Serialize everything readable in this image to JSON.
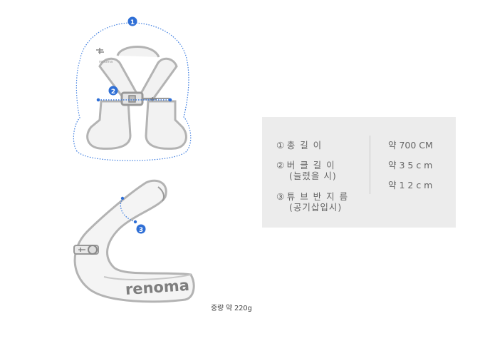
{
  "labels": {
    "callout_1": "1",
    "callout_2": "2",
    "callout_3": "3",
    "vest_logo": "renoma",
    "tube_logo": "renoma"
  },
  "weight": "중량 약 220g",
  "specs": [
    {
      "num": "①",
      "name": "총 길 이",
      "sub": "",
      "value": "약 700 CM"
    },
    {
      "num": "②",
      "name": "버 클 길 이",
      "sub": "(늘렸을 시)",
      "value": "약  3 5 c m"
    },
    {
      "num": "③",
      "name": "튜 브 반 지 름",
      "sub": "(공기삽입시)",
      "value": "약  1 2 c m"
    }
  ],
  "colors": {
    "outline": "#b3b3b3",
    "fill": "#f2f2f2",
    "callout": "#2f6fd6",
    "dotted": "#3a7be0",
    "spec_bg": "#ececec"
  }
}
